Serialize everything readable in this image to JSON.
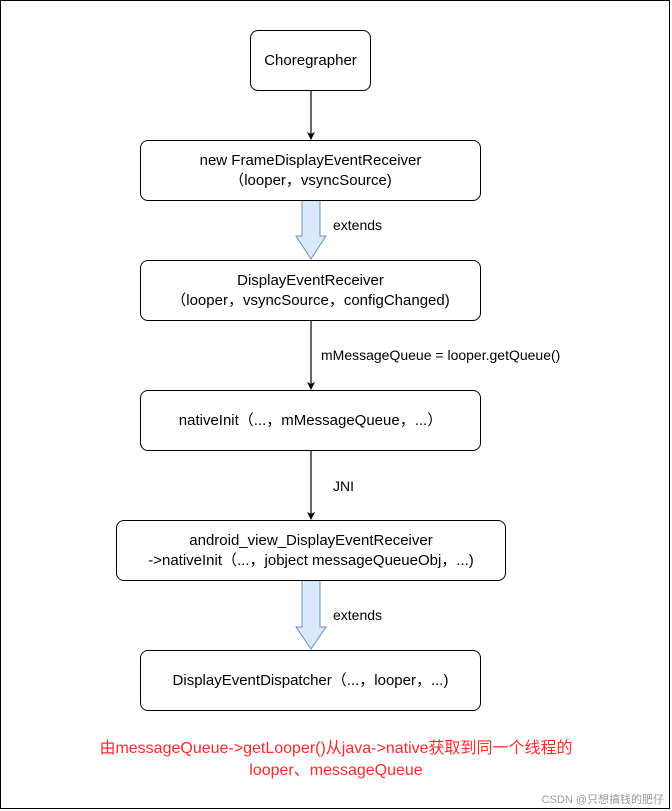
{
  "nodes": {
    "choreographer": {
      "line1": "Choregrapher"
    },
    "frame_receiver": {
      "line1": "new FrameDisplayEventReceiver",
      "line2": "（looper，vsyncSource)"
    },
    "display_receiver": {
      "line1": "DisplayEventReceiver",
      "line2": "（looper，vsyncSource，configChanged)"
    },
    "native_init": {
      "line1": "nativeInit（...，mMessageQueue，...）"
    },
    "android_view": {
      "line1": "android_view_DisplayEventReceiver",
      "line2": "->nativeInit（...，jobject messageQueueObj，...)"
    },
    "dispatcher": {
      "line1": "DisplayEventDispatcher（...，looper，...)"
    }
  },
  "edges": {
    "extends_1": "extends",
    "get_queue": "mMessageQueue = looper.getQueue()",
    "jni": "JNI",
    "extends_2": "extends"
  },
  "note": {
    "line1": "由messageQueue->getLooper()从java->native获取到同一个线程的",
    "line2": "looper、messageQueue"
  },
  "watermark": "CSDN @只想搞钱的肥仔",
  "colors": {
    "note": "#ff2b2b",
    "hollow_arrow_fill": "#dae8fc",
    "hollow_arrow_stroke": "#6c8ebf"
  }
}
